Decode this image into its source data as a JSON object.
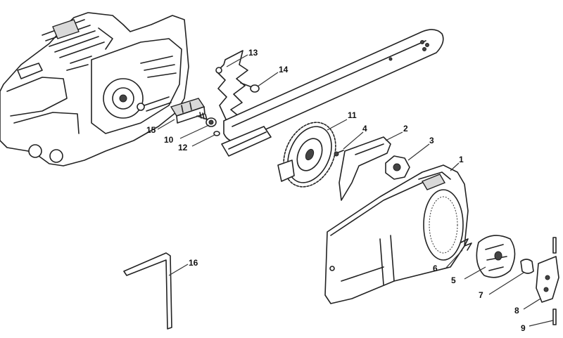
{
  "callouts": {
    "c1": "1",
    "c2": "2",
    "c3": "3",
    "c4": "4",
    "c5": "5",
    "c6": "6",
    "c7": "7",
    "c8": "8",
    "c9": "9",
    "c10": "10",
    "c11": "11",
    "c12": "12",
    "c13": "13",
    "c14": "14",
    "c15": "15",
    "c16": "16"
  },
  "parts": [
    "engine-housing",
    "guide-bar",
    "chain-tensioner-plate",
    "bar-bolt",
    "bar-pad",
    "tensioner-screw",
    "tensioner-nut",
    "chain-sprocket-wheel",
    "pin",
    "sprocket-cover",
    "sprocket-nut",
    "chain-catcher-insert",
    "chain-catcher",
    "catcher-spring",
    "plate",
    "roll-pin",
    "allen-wrench"
  ]
}
